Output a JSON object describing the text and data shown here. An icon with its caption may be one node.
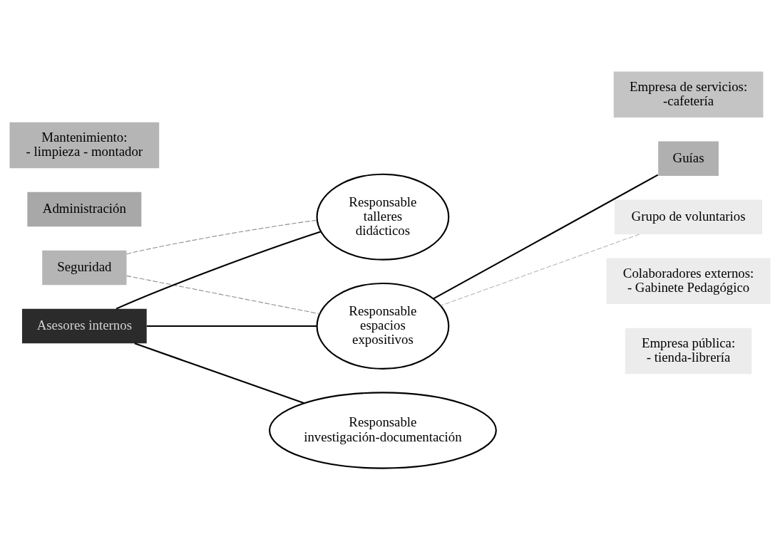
{
  "diagram": {
    "nodes": [
      {
        "text": [
          "Seguridad"
        ]
      },
      {
        "text": [
          "Mantenimiento: - limpieza - montador"
        ]
      },
      {
        "text": [
          "Administración"
        ]
      },
      {
        "text": [
          "Asesores internos"
        ]
      },
      {
        "text": [
          "Responsable investigación-documentación"
        ]
      },
      {
        "text": [
          "Responsable talleres didácticos"
        ]
      },
      {
        "text": [
          "Responsable espacios expositivos"
        ]
      },
      {
        "text": [
          "Empresa de servicios: -cafetería"
        ]
      },
      {
        "text": [
          "Guías"
        ]
      },
      {
        "text": [
          "Empresa pública: - tienda-librería"
        ]
      },
      {
        "text": [
          "Colaboradores externos: - Gabinete Pedagógico"
        ]
      },
      {
        "text": [
          "Grupo de voluntarios"
        ]
      }
    ],
    "edges": [
      {
        "from": 3,
        "to": 4,
        "arrow": "none"
      },
      {
        "from": 3,
        "to": 5,
        "arrow": "none"
      },
      {
        "from": 3,
        "to": 6,
        "arrow": "none"
      },
      {
        "from": 0,
        "to": 5,
        "arrow": "none",
        "style": "dashed",
        "color": "#8c8c8c"
      },
      {
        "from": 0,
        "to": 6,
        "arrow": "none",
        "style": "dashed",
        "color": "#8c8c8c"
      },
      {
        "from": 8,
        "to": 6,
        "arrow": "none"
      },
      {
        "from": 11,
        "to": 6,
        "arrow": "none",
        "style": "dashed",
        "color": "#b4b4b4"
      }
    ]
  }
}
